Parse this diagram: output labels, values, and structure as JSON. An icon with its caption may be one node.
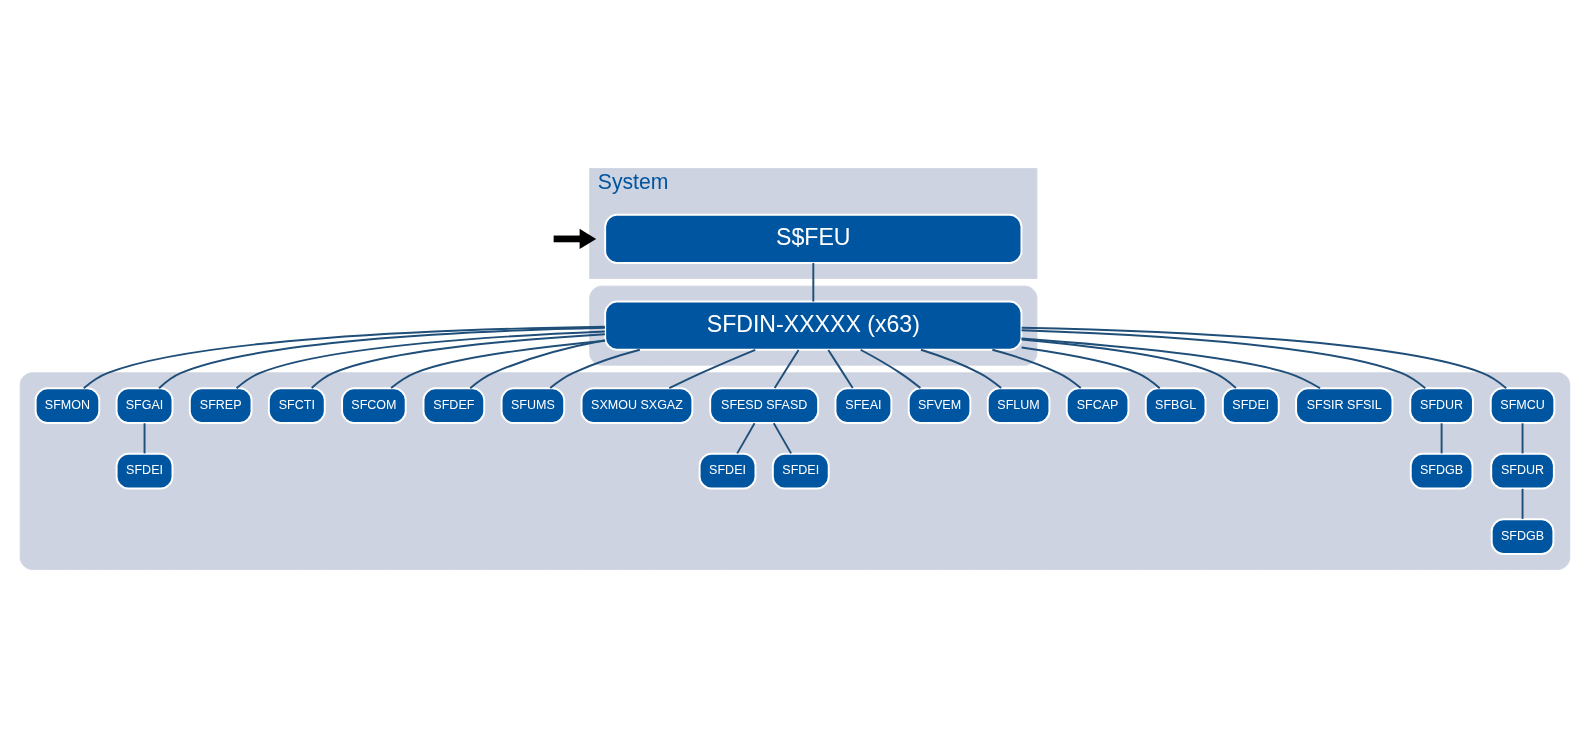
{
  "diagram": {
    "nodes": [
      {
        "text": [
          "System"
        ]
      },
      {
        "text": [
          "S$FEU"
        ],
        "in": 0
      },
      {
        "text": [],
        "shape": "box"
      },
      {
        "text": [
          "SFDIN-XXXXX (x63)"
        ],
        "in": 2
      },
      {
        "text": [],
        "shape": "box"
      },
      {
        "text": [
          "SFMCU"
        ],
        "in": 4
      },
      {
        "text": [
          "SFDUR"
        ],
        "in": 4
      },
      {
        "text": [
          "SFSIR SFSIL"
        ],
        "in": 4
      },
      {
        "text": [
          "SFDEI"
        ],
        "in": 4
      },
      {
        "text": [
          "SFBGL"
        ],
        "in": 4
      },
      {
        "text": [
          "SFCAP"
        ],
        "in": 4
      },
      {
        "text": [
          "SFLUM"
        ],
        "in": 4
      },
      {
        "text": [
          "SFVEM"
        ],
        "in": 4
      },
      {
        "text": [
          "SFEAI"
        ],
        "in": 4
      },
      {
        "text": [
          "SFESD SFASD"
        ],
        "in": 4
      },
      {
        "text": [
          "SFDUR"
        ],
        "in": 4
      },
      {
        "text": [
          "SFDGB"
        ],
        "in": 4
      },
      {
        "text": [
          "SXMOU SXGAZ"
        ],
        "in": 4
      },
      {
        "text": [
          "SFUMS"
        ],
        "in": 4
      },
      {
        "text": [
          "SFDEF"
        ],
        "in": 4
      },
      {
        "text": [
          "SFCOM"
        ],
        "in": 4
      },
      {
        "text": [
          "SFCTI"
        ],
        "in": 4
      },
      {
        "text": [
          "SFREP"
        ],
        "in": 4
      },
      {
        "text": [
          "SFGAI"
        ],
        "in": 4
      },
      {
        "text": [
          "SFMON"
        ],
        "in": 4
      },
      {
        "text": [
          "SFDEI"
        ],
        "in": 4
      },
      {
        "text": [
          "SFDEI"
        ],
        "in": 4
      },
      {
        "text": [
          "SFDGB"
        ],
        "in": 4
      },
      {
        "text": [
          "SFDEI"
        ],
        "in": 4
      }
    ],
    "edges": [
      {
        "from": null,
        "to": 0,
        "arrow": "to",
        "style": "thick",
        "color": "#000000"
      },
      {
        "from": 1,
        "to": 3,
        "arrow": "none"
      },
      {
        "from": 3,
        "to": 5,
        "arrow": "none"
      },
      {
        "from": 3,
        "to": 6,
        "arrow": "none"
      },
      {
        "from": 3,
        "to": 7,
        "arrow": "none"
      },
      {
        "from": 3,
        "to": 8,
        "arrow": "none"
      },
      {
        "from": 3,
        "to": 9,
        "arrow": "none"
      },
      {
        "from": 3,
        "to": 10,
        "arrow": "none"
      },
      {
        "from": 3,
        "to": 11,
        "arrow": "none"
      },
      {
        "from": 3,
        "to": 12,
        "arrow": "none"
      },
      {
        "from": 3,
        "to": 13,
        "arrow": "none"
      },
      {
        "from": 3,
        "to": 14,
        "arrow": "none"
      },
      {
        "from": 3,
        "to": 17,
        "arrow": "none"
      },
      {
        "from": 3,
        "to": 18,
        "arrow": "none"
      },
      {
        "from": 3,
        "to": 19,
        "arrow": "none"
      },
      {
        "from": 3,
        "to": 20,
        "arrow": "none"
      },
      {
        "from": 3,
        "to": 21,
        "arrow": "none"
      },
      {
        "from": 3,
        "to": 22,
        "arrow": "none"
      },
      {
        "from": 3,
        "to": 23,
        "arrow": "none"
      },
      {
        "from": 3,
        "to": 24,
        "arrow": "none"
      },
      {
        "from": 5,
        "to": 15,
        "arrow": "none"
      },
      {
        "from": 15,
        "to": 27,
        "arrow": "none"
      },
      {
        "from": 6,
        "to": 16,
        "arrow": "none"
      },
      {
        "from": 23,
        "to": 28,
        "arrow": "none"
      },
      {
        "from": 14,
        "to": 25,
        "arrow": "none"
      },
      {
        "from": 14,
        "to": 26,
        "arrow": "none"
      }
    ]
  }
}
